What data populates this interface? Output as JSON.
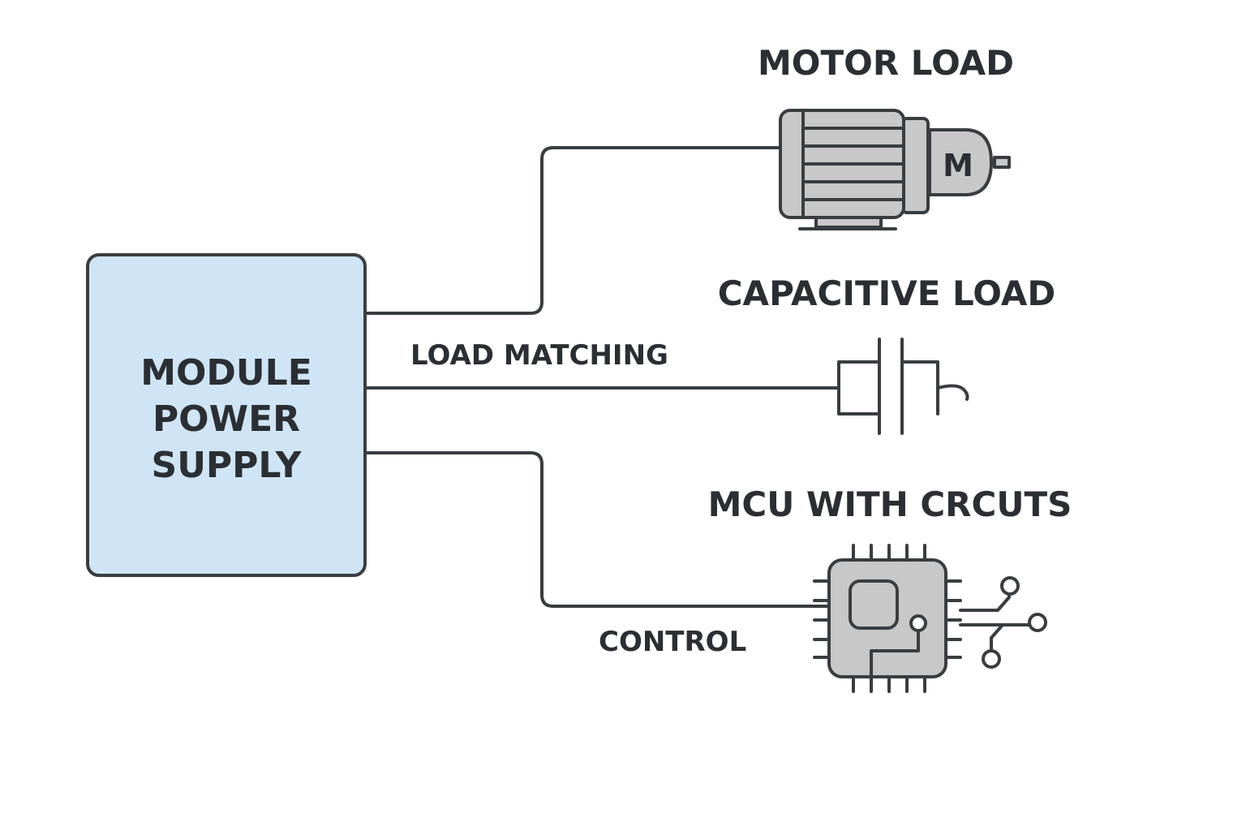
{
  "module": {
    "lines": [
      "MODULE",
      "POWER",
      "SUPPLY"
    ]
  },
  "loads": {
    "motor": {
      "title": "MOTOR LOAD",
      "symbol_letter": "M"
    },
    "capacitive": {
      "title": "CAPACITIVE LOAD"
    },
    "mcu": {
      "title": "MCU WITH CRCUTS"
    }
  },
  "connections": {
    "load_matching_label": "LOAD MATCHING",
    "control_label": "CONTROL"
  },
  "colors": {
    "module_fill": "#cfe5f5",
    "component_fill": "#c8c8c8",
    "stroke": "#3a3d40",
    "text": "#2b2f33"
  },
  "icons": [
    "motor-icon",
    "capacitor-icon",
    "chip-icon"
  ]
}
